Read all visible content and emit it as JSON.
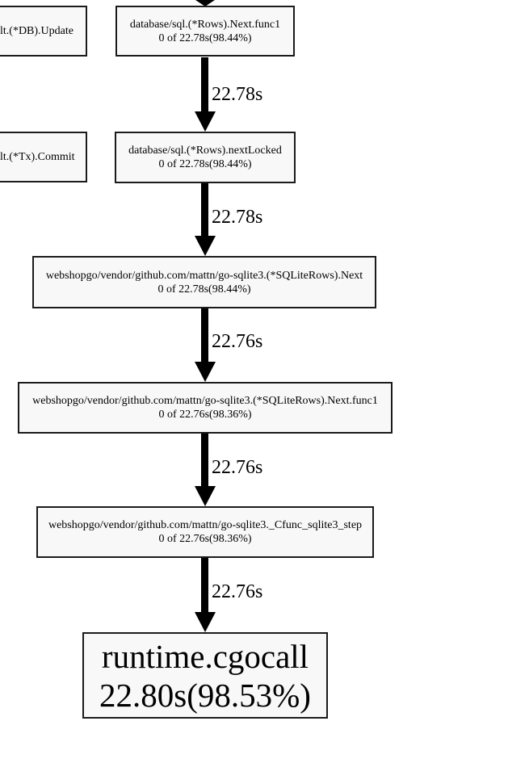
{
  "graph": {
    "type": "callgraph",
    "tool": "pprof",
    "colors": {
      "background": "#ffffff",
      "node_fill": "#f8f8f8",
      "node_border": "#1b1b1b",
      "edge": "#000000",
      "text": "#000000"
    },
    "partial_nodes": [
      {
        "label": "lt.(*DB).Update"
      },
      {
        "label": "lt.(*Tx).Commit"
      }
    ],
    "nodes": [
      {
        "title": "database/sql.(*Rows).Next.func1",
        "metric": "0 of 22.78s(98.44%)"
      },
      {
        "title": "database/sql.(*Rows).nextLocked",
        "metric": "0 of 22.78s(98.44%)"
      },
      {
        "title": "webshopgo/vendor/github.com/mattn/go-sqlite3.(*SQLiteRows).Next",
        "metric": "0 of 22.78s(98.44%)"
      },
      {
        "title": "webshopgo/vendor/github.com/mattn/go-sqlite3.(*SQLiteRows).Next.func1",
        "metric": "0 of 22.76s(98.36%)"
      },
      {
        "title": "webshopgo/vendor/github.com/mattn/go-sqlite3._Cfunc_sqlite3_step",
        "metric": "0 of 22.76s(98.36%)"
      },
      {
        "title": "runtime.cgocall",
        "metric": "22.80s(98.53%)"
      }
    ],
    "edges": [
      {
        "from": "database/sql.(*Rows).Next.func1",
        "to": "database/sql.(*Rows).nextLocked",
        "label": "22.78s"
      },
      {
        "from": "database/sql.(*Rows).nextLocked",
        "to": "webshopgo/vendor/github.com/mattn/go-sqlite3.(*SQLiteRows).Next",
        "label": "22.78s"
      },
      {
        "from": "webshopgo/vendor/github.com/mattn/go-sqlite3.(*SQLiteRows).Next",
        "to": "webshopgo/vendor/github.com/mattn/go-sqlite3.(*SQLiteRows).Next.func1",
        "label": "22.76s"
      },
      {
        "from": "webshopgo/vendor/github.com/mattn/go-sqlite3.(*SQLiteRows).Next.func1",
        "to": "webshopgo/vendor/github.com/mattn/go-sqlite3._Cfunc_sqlite3_step",
        "label": "22.76s"
      },
      {
        "from": "webshopgo/vendor/github.com/mattn/go-sqlite3._Cfunc_sqlite3_step",
        "to": "runtime.cgocall",
        "label": "22.76s"
      }
    ]
  }
}
